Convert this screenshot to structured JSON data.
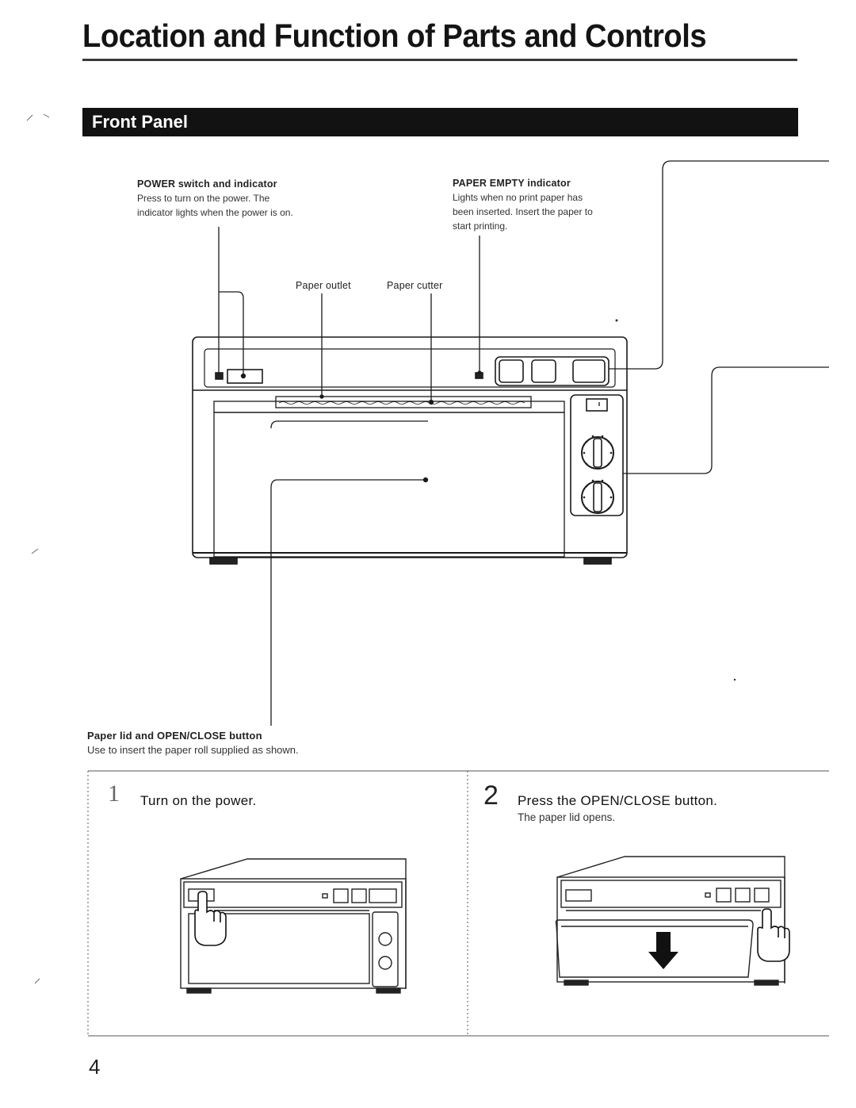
{
  "title": "Location and Function of Parts and Controls",
  "section": "Front Panel",
  "callouts": {
    "power": {
      "head": "POWER switch and indicator",
      "body": "Press to turn on the power. The indicator lights when the power is on."
    },
    "paper_empty": {
      "head": "PAPER EMPTY indicator",
      "body": "Lights when no print paper has been inserted. Insert the paper to start printing."
    },
    "paper_outlet": "Paper outlet",
    "paper_cutter": "Paper cutter",
    "paper_lid": {
      "head": "Paper lid and OPEN/CLOSE button",
      "body": "Use to insert the paper roll supplied as shown."
    }
  },
  "steps": [
    {
      "number": "1",
      "title": "Turn on the power.",
      "sub": ""
    },
    {
      "number": "2",
      "title": "Press the OPEN/CLOSE button.",
      "sub": "The paper lid opens."
    }
  ],
  "page_number": "4",
  "colors": {
    "ink": "#111111",
    "bar": "#121212"
  },
  "icons": [
    "printer-front-illustration",
    "hand-pointer-icon",
    "down-arrow-icon"
  ]
}
